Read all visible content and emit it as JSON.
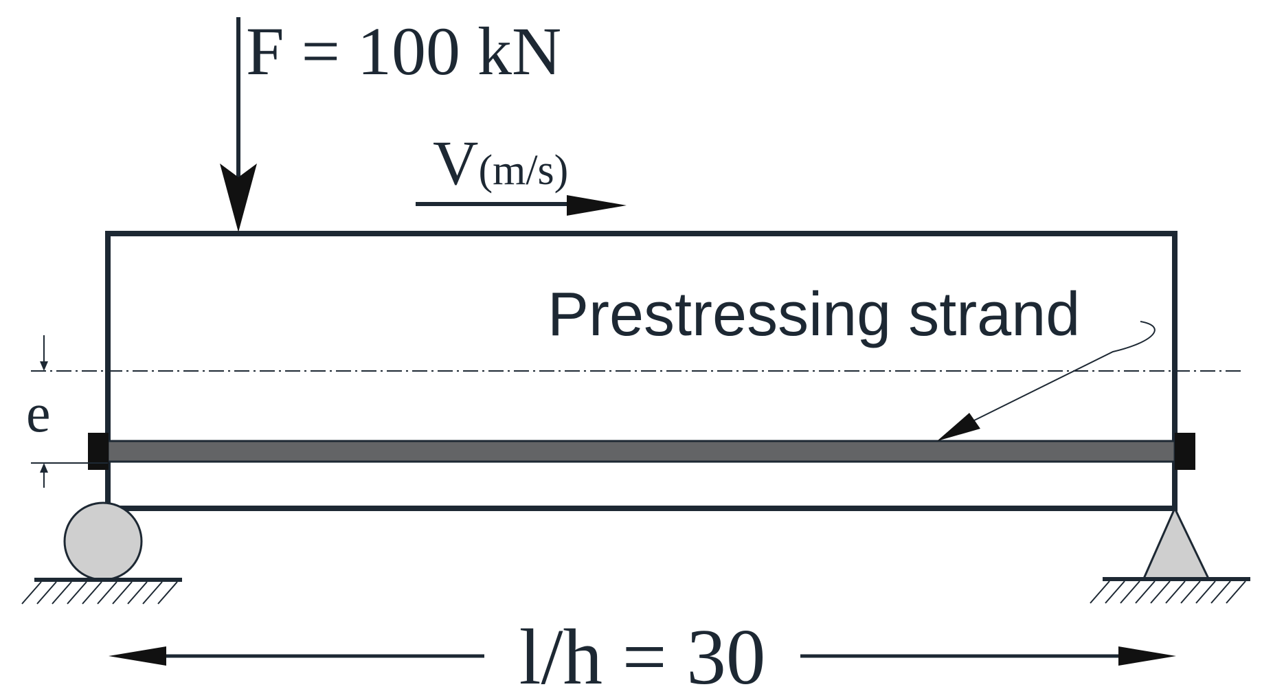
{
  "labels": {
    "force": "F = 100 kN",
    "velocity_symbol": "V",
    "velocity_unit": "(m/s)",
    "strand": "Prestressing strand",
    "eccentricity": "e",
    "span_ratio": "l/h = 30"
  },
  "colors": {
    "line": "#1d2833",
    "strand_fill": "#636466",
    "support_fill": "#cfcfcf",
    "anchor_fill": "#111111",
    "background": "#ffffff"
  }
}
